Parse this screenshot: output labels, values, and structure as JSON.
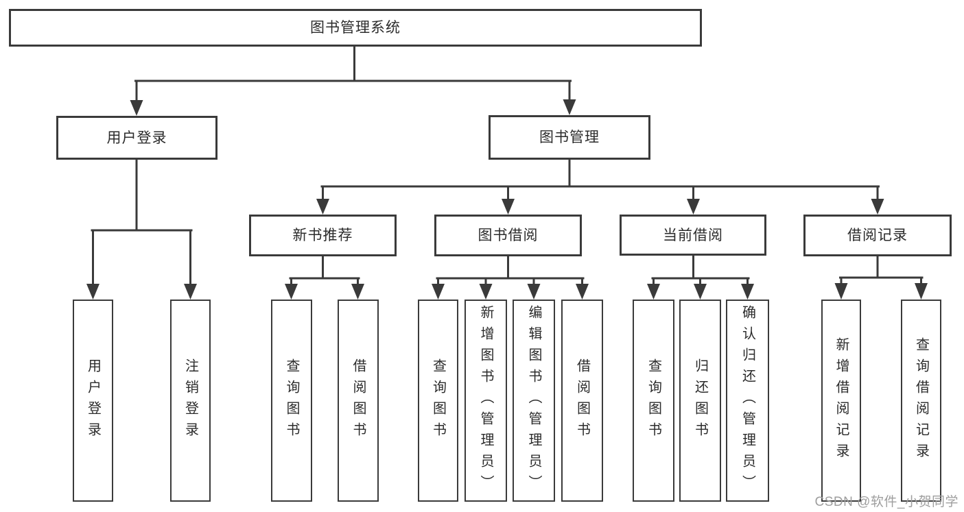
{
  "tree": {
    "root": {
      "label": "图书管理系统",
      "children": [
        {
          "label": "用户登录",
          "children": [
            {
              "label": "用户登录"
            },
            {
              "label": "注销登录"
            }
          ]
        },
        {
          "label": "图书管理",
          "children": [
            {
              "label": "新书推荐",
              "children": [
                {
                  "label": "查询图书"
                },
                {
                  "label": "借阅图书"
                }
              ]
            },
            {
              "label": "图书借阅",
              "children": [
                {
                  "label": "查询图书"
                },
                {
                  "label": "新增图书（管理员）"
                },
                {
                  "label": "编辑图书（管理员）"
                },
                {
                  "label": "借阅图书"
                }
              ]
            },
            {
              "label": "当前借阅",
              "children": [
                {
                  "label": "查询图书"
                },
                {
                  "label": "归还图书"
                },
                {
                  "label": "确认归还（管理员）"
                }
              ]
            },
            {
              "label": "借阅记录",
              "children": [
                {
                  "label": "新增借阅记录"
                },
                {
                  "label": "查询借阅记录"
                }
              ]
            }
          ]
        }
      ]
    }
  },
  "watermark": {
    "text": "CSDN @软件_小贺同学"
  },
  "colors": {
    "line": "#3a3a3a",
    "box_border": "#3a3a3a",
    "text": "#2b2b2b",
    "watermark": "#9e9e9e",
    "background": "#ffffff"
  }
}
